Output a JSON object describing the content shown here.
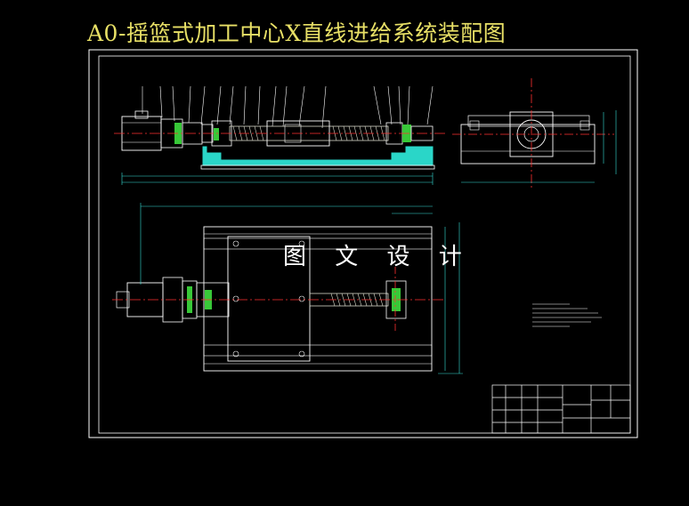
{
  "header": {
    "title": "A0-摇篮式加工中心X直线进给系统装配图"
  },
  "watermark": {
    "text": "图 文 设 计"
  },
  "colors": {
    "background": "#000000",
    "title": "#e8e066",
    "frame": "#ffffff",
    "centerline": "#ff3030",
    "dimension": "#36e0d8",
    "part_fill": "#2ad6c8",
    "green_part": "#38c838",
    "ballscrew": "#d8d8c8"
  },
  "drawing": {
    "views": [
      "front-section-view",
      "side-view",
      "top-view"
    ],
    "components": [
      "servo-motor",
      "coupling",
      "bearing-seat",
      "ball-screw",
      "nut-seat",
      "worktable",
      "guide-rail",
      "base"
    ]
  }
}
